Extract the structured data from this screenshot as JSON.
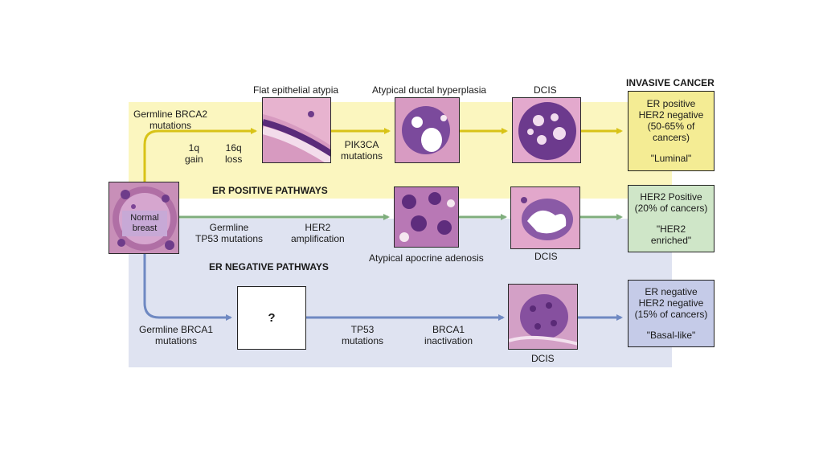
{
  "colors": {
    "yellow_band": "#fbf6bf",
    "blue_band": "#dfe3f1",
    "yellow_arrow": "#d8c317",
    "green_arrow": "#7fae7d",
    "blue_arrow": "#6f89c2",
    "luminal_box": "#f4ec94",
    "her2_box": "#cfe6c8",
    "basal_box": "#c5cbe8"
  },
  "headers": {
    "invasive_cancer": "INVASIVE CANCER",
    "er_positive": "ER POSITIVE PATHWAYS",
    "er_negative": "ER NEGATIVE PATHWAYS"
  },
  "normal_breast": {
    "line1": "Normal",
    "line2": "breast"
  },
  "luminal_path": {
    "germline_line1": "Germline BRCA2",
    "germline_line2": "mutations",
    "gain_line1": "1q",
    "gain_line2": "gain",
    "loss_line1": "16q",
    "loss_line2": "loss",
    "flat_atypia": "Flat epithelial atypia",
    "pik3ca_line1": "PIK3CA",
    "pik3ca_line2": "mutations",
    "adh": "Atypical ductal hyperplasia",
    "dcis": "DCIS",
    "outcome_line1": "ER positive",
    "outcome_line2": "HER2 negative",
    "outcome_line3": "(50-65% of",
    "outcome_line4": "cancers)",
    "outcome_name": "\"Luminal\""
  },
  "her2_path": {
    "germline_line1": "Germline",
    "germline_line2": "TP53 mutations",
    "amp_line1": "HER2",
    "amp_line2": "amplification",
    "aaa": "Atypical apocrine adenosis",
    "dcis": "DCIS",
    "outcome_line1": "HER2 Positive",
    "outcome_line2": "(20% of cancers)",
    "outcome_name_line1": "\"HER2",
    "outcome_name_line2": "enriched\""
  },
  "basal_path": {
    "germline_line1": "Germline BRCA1",
    "germline_line2": "mutations",
    "unknown": "?",
    "tp53_line1": "TP53",
    "tp53_line2": "mutations",
    "brca1_line1": "BRCA1",
    "brca1_line2": "inactivation",
    "dcis": "DCIS",
    "outcome_line1": "ER negative",
    "outcome_line2": "HER2 negative",
    "outcome_line3": "(15% of cancers)",
    "outcome_name": "\"Basal-like\""
  }
}
